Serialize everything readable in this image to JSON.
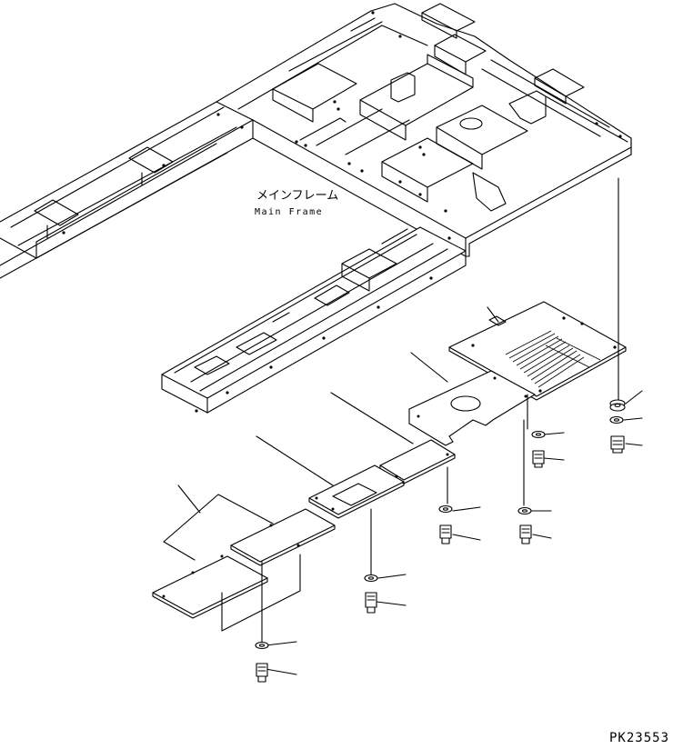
{
  "labels": {
    "main_frame_jp": "メインフレーム",
    "main_frame_en": "Main Frame"
  },
  "drawing_code": "PK23553"
}
